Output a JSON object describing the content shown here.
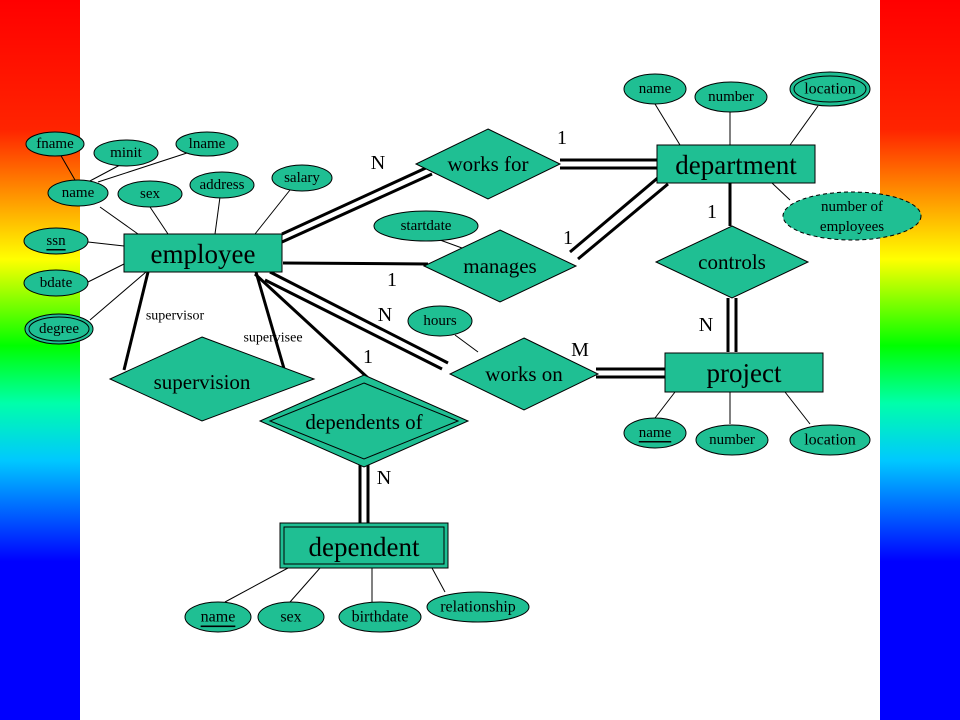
{
  "entities": {
    "employee": "employee",
    "department": "department",
    "project": "project",
    "dependent": "dependent"
  },
  "relationships": {
    "works_for": "works for",
    "manages": "manages",
    "works_on": "works on",
    "controls": "controls",
    "supervision": "supervision",
    "dependents_of": "dependents of"
  },
  "employee_attributes": {
    "fname": "fname",
    "minit": "minit",
    "lname": "lname",
    "name": "name",
    "sex": "sex",
    "address": "address",
    "salary": "salary",
    "ssn": "ssn",
    "bdate": "bdate",
    "degree": "degree"
  },
  "department_attributes": {
    "name": "name",
    "number": "number",
    "location": "location",
    "number_of_employees_line1": "number of",
    "number_of_employees_line2": "employees"
  },
  "project_attributes": {
    "name": "name",
    "number": "number",
    "location": "location"
  },
  "dependent_attributes": {
    "name": "name",
    "sex": "sex",
    "birthdate": "birthdate",
    "relationship": "relationship"
  },
  "relationship_attributes": {
    "startdate": "startdate",
    "hours": "hours"
  },
  "role_labels": {
    "supervisor": "supervisor",
    "supervisee": "supervisee"
  },
  "cardinalities": {
    "works_for_employee": "N",
    "works_for_department": "1",
    "manages_department": "1",
    "manages_employee": "1",
    "controls_department": "1",
    "controls_project": "N",
    "works_on_employee": "N",
    "works_on_project": "M",
    "dependents_of_employee": "1",
    "dependents_of_dependent": "N"
  },
  "colors": {
    "shape_fill": "#1fbf93",
    "stroke": "#000000",
    "background": "#ffffff"
  }
}
